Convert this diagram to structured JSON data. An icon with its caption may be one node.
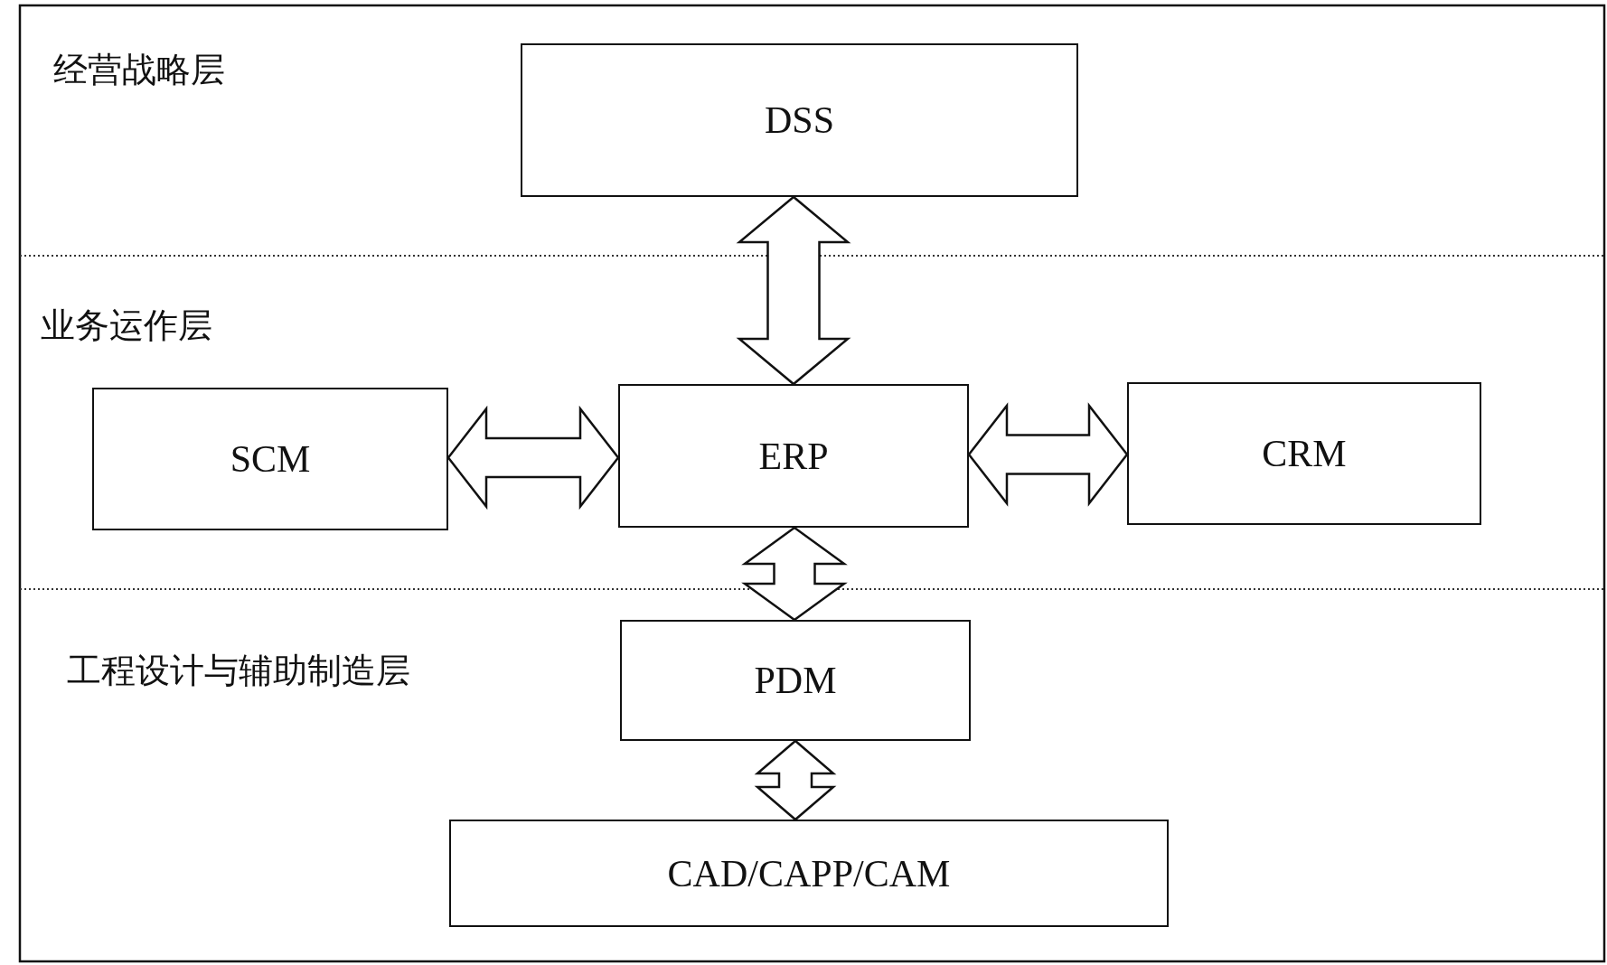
{
  "diagram": {
    "nodes": [
      {
        "text": [
          "DSS"
        ]
      },
      {
        "text": [
          "SCM"
        ]
      },
      {
        "text": [
          "ERP"
        ]
      },
      {
        "text": [
          "CRM"
        ]
      },
      {
        "text": [
          "PDM"
        ]
      },
      {
        "text": [
          "CAD/CAPP/CAM"
        ]
      }
    ],
    "edges": [
      {
        "from": 0,
        "to": 2,
        "arrow": "both"
      },
      {
        "from": 1,
        "to": 2,
        "arrow": "both"
      },
      {
        "from": 2,
        "to": 3,
        "arrow": "both"
      },
      {
        "from": 2,
        "to": 4,
        "arrow": "both"
      },
      {
        "from": 4,
        "to": 5,
        "arrow": "both"
      }
    ],
    "labels": [
      "经营战略层",
      "业务运作层",
      "工程设计与辅助制造层"
    ]
  }
}
